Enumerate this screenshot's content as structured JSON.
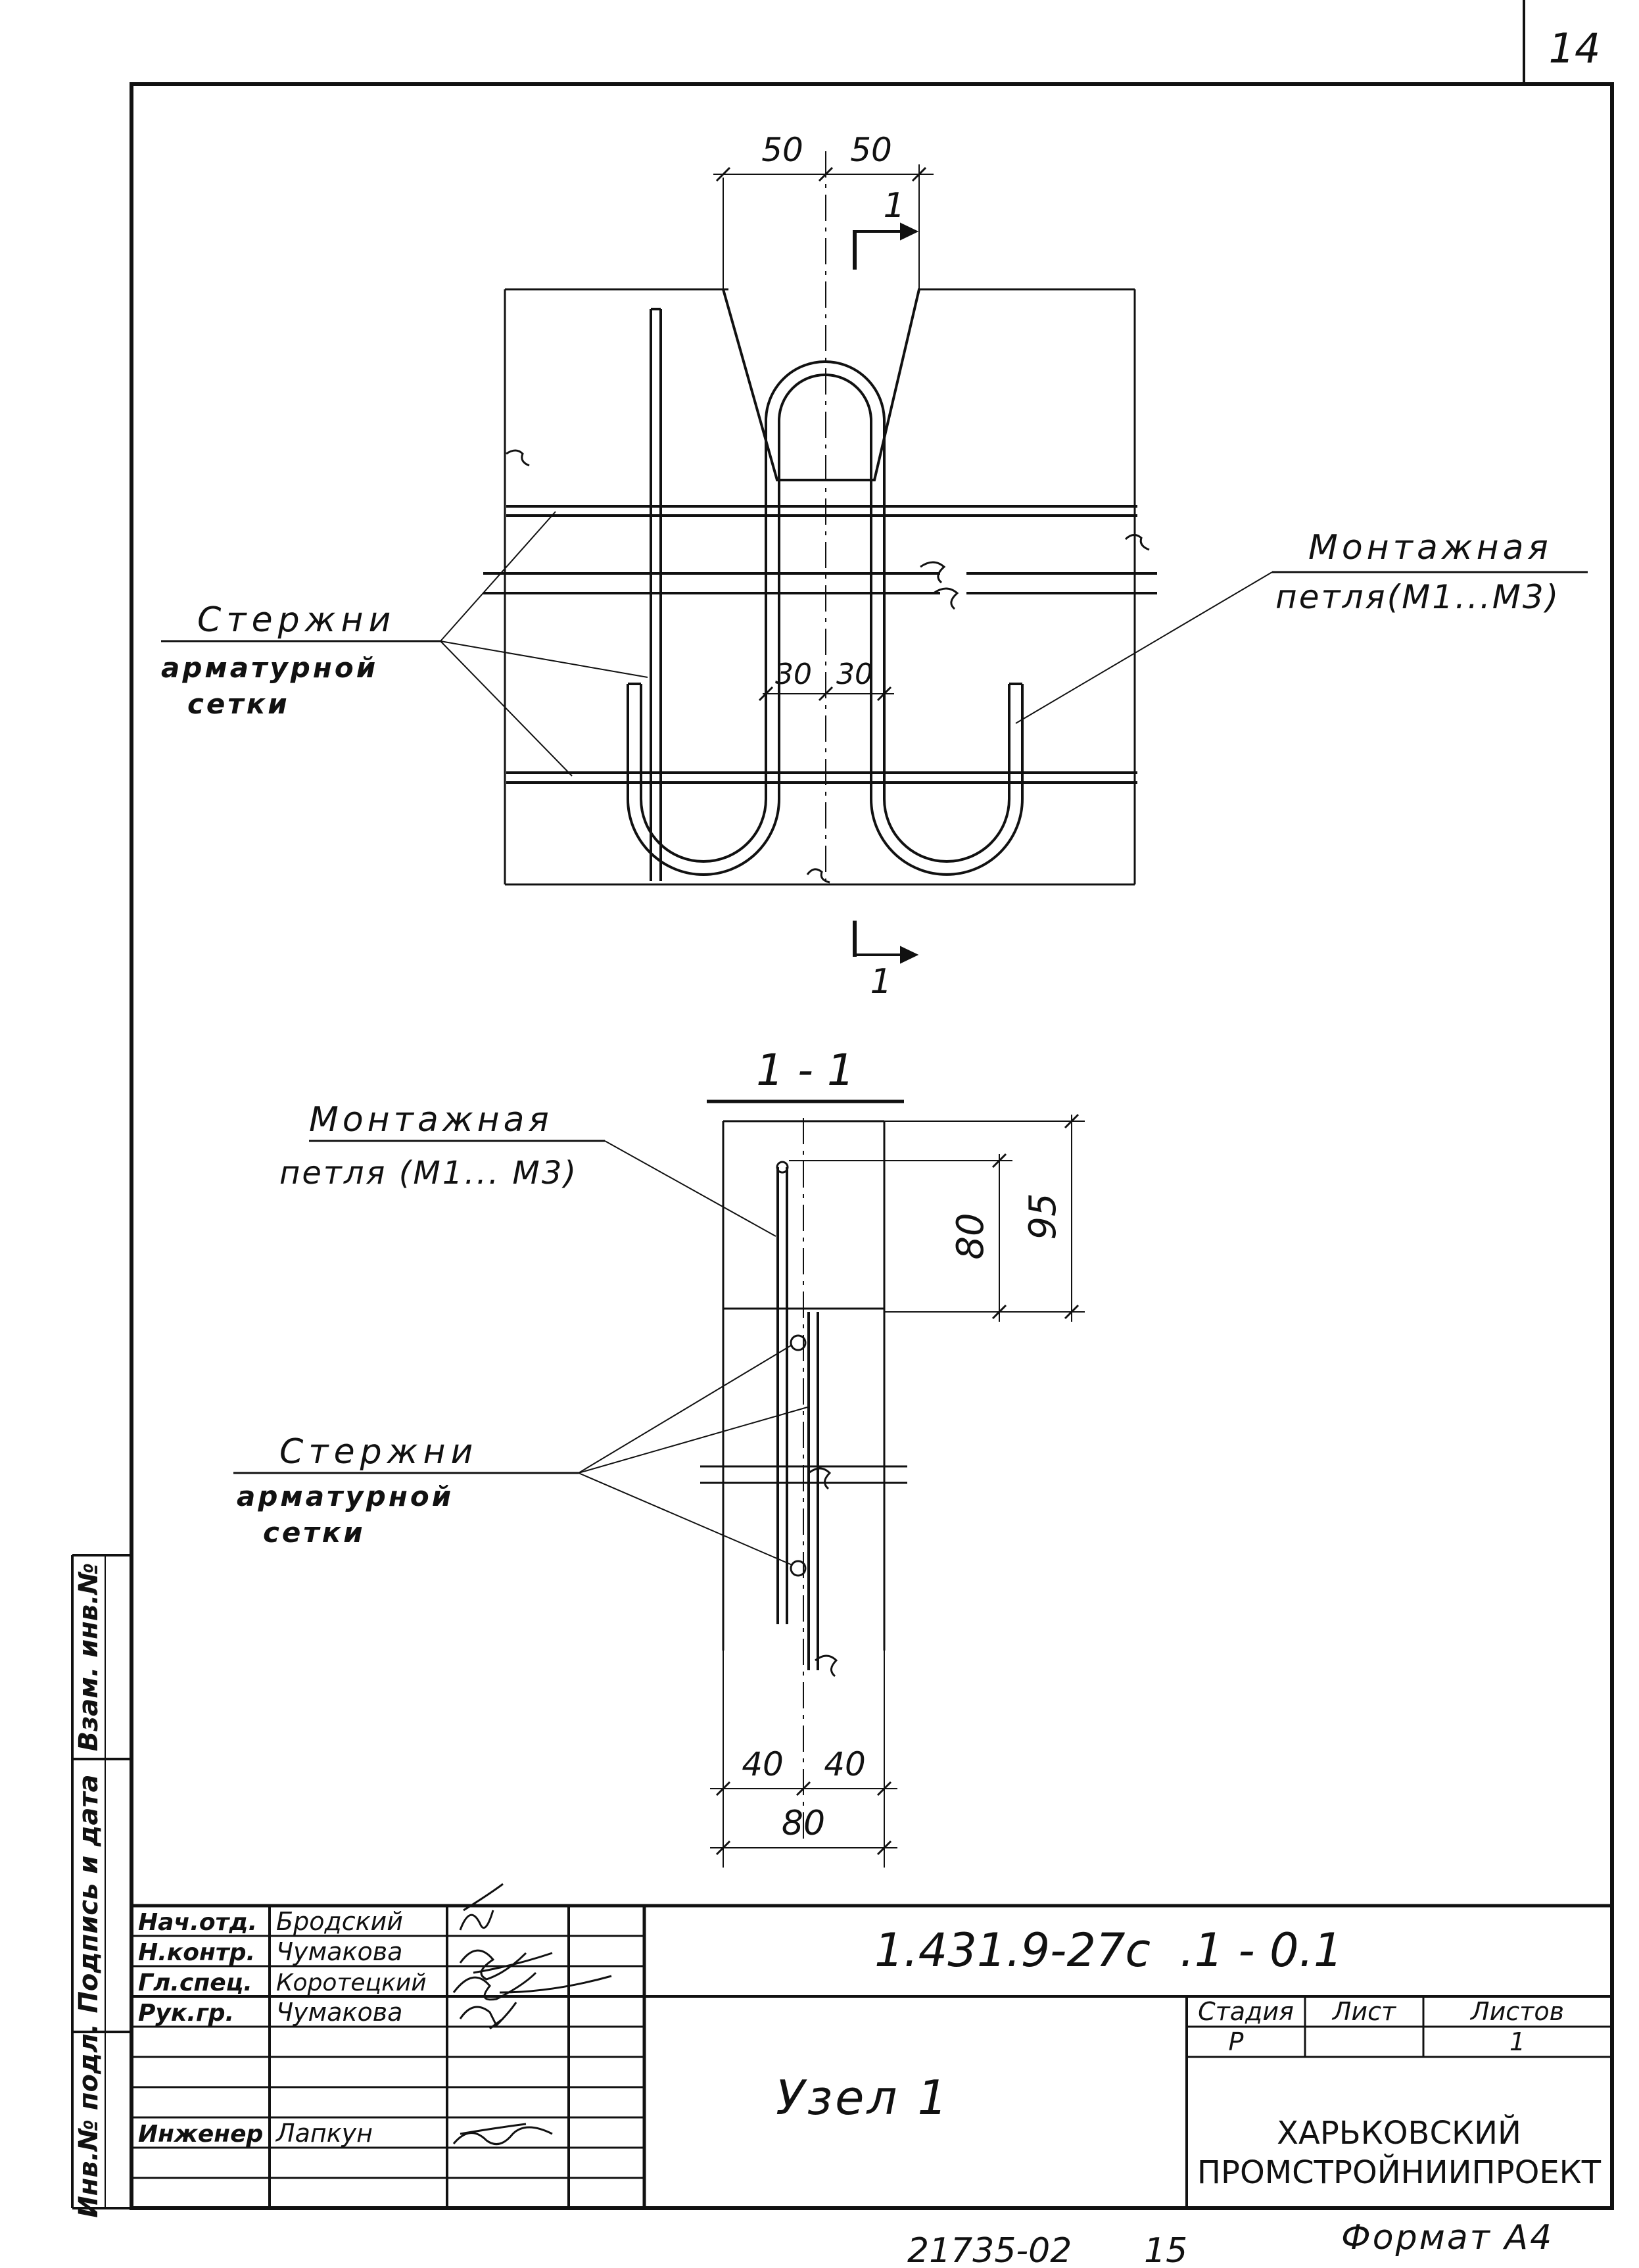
{
  "sheet": {
    "page_number": "14",
    "bottom_note": "21735-02",
    "bottom_page": "15",
    "format": "Формат А4"
  },
  "plan_view": {
    "dim_top_left": "50",
    "dim_top_right": "50",
    "dim_inner_left": "30",
    "dim_inner_right": "30",
    "section_mark_top": "1",
    "section_mark_bottom": "1",
    "label_rods_line1": "Стержни",
    "label_rods_line2": "арматурной",
    "label_rods_line3": "сетки",
    "label_loop_line1": "Монтажная",
    "label_loop_line2": "петля(М1...М3)"
  },
  "section_view": {
    "title": "1 - 1",
    "label_loop_line1": "Монтажная",
    "label_loop_line2": "петля (М1... М3)",
    "label_rods_line1": "Стержни",
    "label_rods_line2": "арматурной",
    "label_rods_line3": "сетки",
    "dim_80_vertical": "80",
    "dim_95_vertical": "95",
    "dim_bottom_left": "40",
    "dim_bottom_right": "40",
    "dim_bottom_total": "80"
  },
  "side_stamp": {
    "inv_podl": "Инв.№ подл.",
    "podpis_data": "Подпись и дата",
    "vzam_inv": "Взам. инв.№"
  },
  "title_block": {
    "roles": [
      {
        "role": "Нач.отд.",
        "name": "Бродский"
      },
      {
        "role": "Н.контр.",
        "name": "Чумакова"
      },
      {
        "role": "Гл.спец.",
        "name": "Коротецкий"
      },
      {
        "role": "Рук.гр.",
        "name": "Чумакова"
      },
      {
        "role": "",
        "name": ""
      },
      {
        "role": "Инженер",
        "name": "Лапкун"
      }
    ],
    "doc_code": "1.431.9-27с  .1 - 0.1",
    "drawing_name": "Узел 1",
    "stage_header": "Стадия",
    "sheet_header": "Лист",
    "sheets_header": "Листов",
    "stage_value": "Р",
    "sheet_value": "",
    "sheets_value": "1",
    "org_line1": "ХАРЬКОВСКИЙ",
    "org_line2": "ПРОМСТРОЙНИИПРОЕКТ"
  }
}
